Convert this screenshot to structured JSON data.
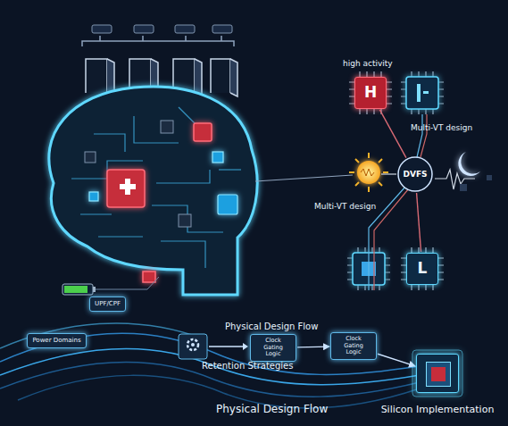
{
  "diagram": {
    "nodes": [
      {
        "text": [
          "H"
        ]
      },
      {
        "text": [
          "DVFS"
        ]
      },
      {
        "text": [
          "L"
        ]
      },
      {
        "text": [
          "UPF/CPF"
        ]
      },
      {
        "text": [
          "Power Domains"
        ]
      },
      {
        "text": [
          "Clock Gating Logic"
        ]
      },
      {
        "text": [
          "Clock Gating Logic"
        ]
      },
      {
        "text": [
          "Silicon Implementation"
        ]
      }
    ],
    "edges": [
      {
        "from": 0,
        "to": 1,
        "arrow": "none"
      },
      {
        "from": 2,
        "to": 1,
        "arrow": "none"
      },
      {
        "from": 5,
        "to": 6,
        "arrow": "to"
      },
      {
        "from": 6,
        "to": 7,
        "arrow": "to"
      }
    ],
    "labels": [
      "high activity",
      "Multi-VT design",
      "Multi-VT design",
      "Physical Design Flow",
      "Retention Strategies",
      "Physical Design Flow"
    ]
  }
}
